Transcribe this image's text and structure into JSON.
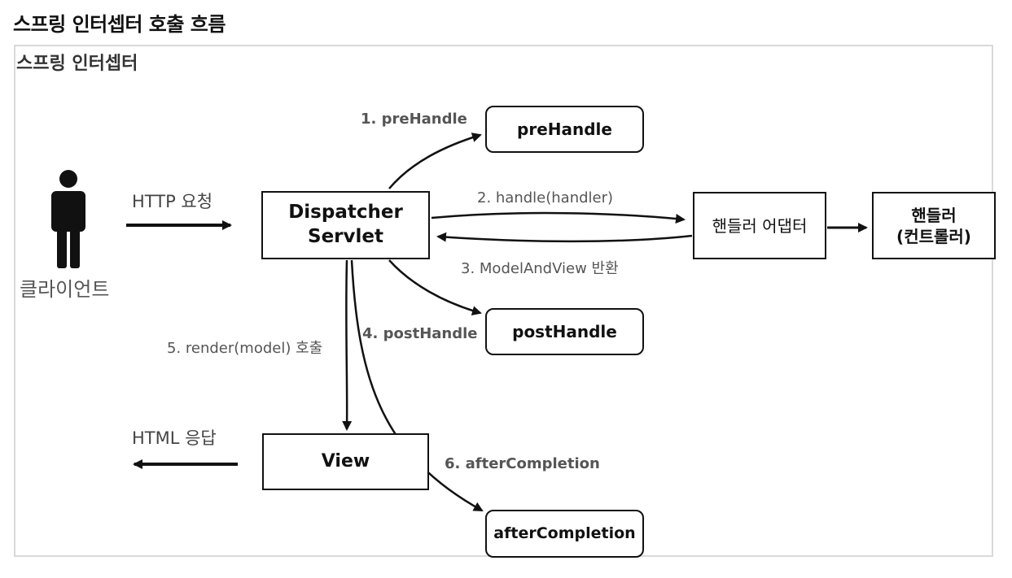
{
  "page_title": "스프링 인터셉터 호출 흐름",
  "panel_label": "스프링 인터셉터",
  "client": {
    "label": "클라이언트",
    "icon": "person-icon"
  },
  "nodes": {
    "dispatcher_line1": "Dispatcher",
    "dispatcher_line2": "Servlet",
    "prehandle": "preHandle",
    "handler_adapter": "핸들러 어댑터",
    "handler_line1": "핸들러",
    "handler_line2": "(컨트롤러)",
    "posthandle": "postHandle",
    "view": "View",
    "aftercompletion": "afterCompletion"
  },
  "edges": {
    "http_request": "HTTP 요청",
    "html_response": "HTML 응답",
    "step1": "1. preHandle",
    "step2": "2. handle(handler)",
    "step3": "3. ModelAndView 반환",
    "step4": "4. postHandle",
    "step5": "5. render(model) 호출",
    "step6": "6. afterCompletion"
  }
}
